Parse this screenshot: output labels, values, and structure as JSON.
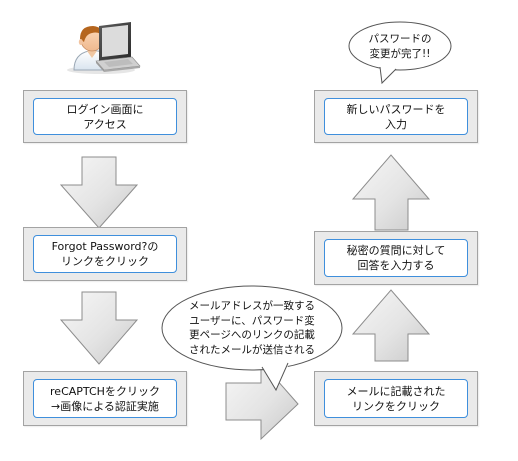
{
  "colors": {
    "box_fill": "#eaeaea",
    "box_border": "#a3a3a3",
    "inner_border": "#3f8fdc",
    "arrow_fill": "#e0e0e0",
    "arrow_stroke": "#8c8c8c",
    "bubble_stroke": "#555555"
  },
  "icon": "person-at-laptop-icon",
  "left_steps": [
    {
      "lines": [
        "ログイン画面に",
        "アクセス"
      ]
    },
    {
      "lines": [
        "Forgot Password?の",
        "リンクをクリック"
      ]
    },
    {
      "lines": [
        "reCAPTCHをクリック",
        "→画像による認証実施"
      ]
    }
  ],
  "right_steps": [
    {
      "lines": [
        "メールに記載された",
        "リンクをクリック"
      ]
    },
    {
      "lines": [
        "秘密の質問に対して",
        "回答を入力する"
      ]
    },
    {
      "lines": [
        "新しいパスワードを",
        "入力"
      ]
    }
  ],
  "callouts": {
    "email_sent": {
      "lines": [
        "メールアドレスが一致する",
        "ユーザーに、パスワード変",
        "更ページへのリンクの記載",
        "されたメールが送信される"
      ]
    },
    "done": {
      "lines": [
        "パスワードの",
        "変更が完了!!"
      ]
    }
  }
}
